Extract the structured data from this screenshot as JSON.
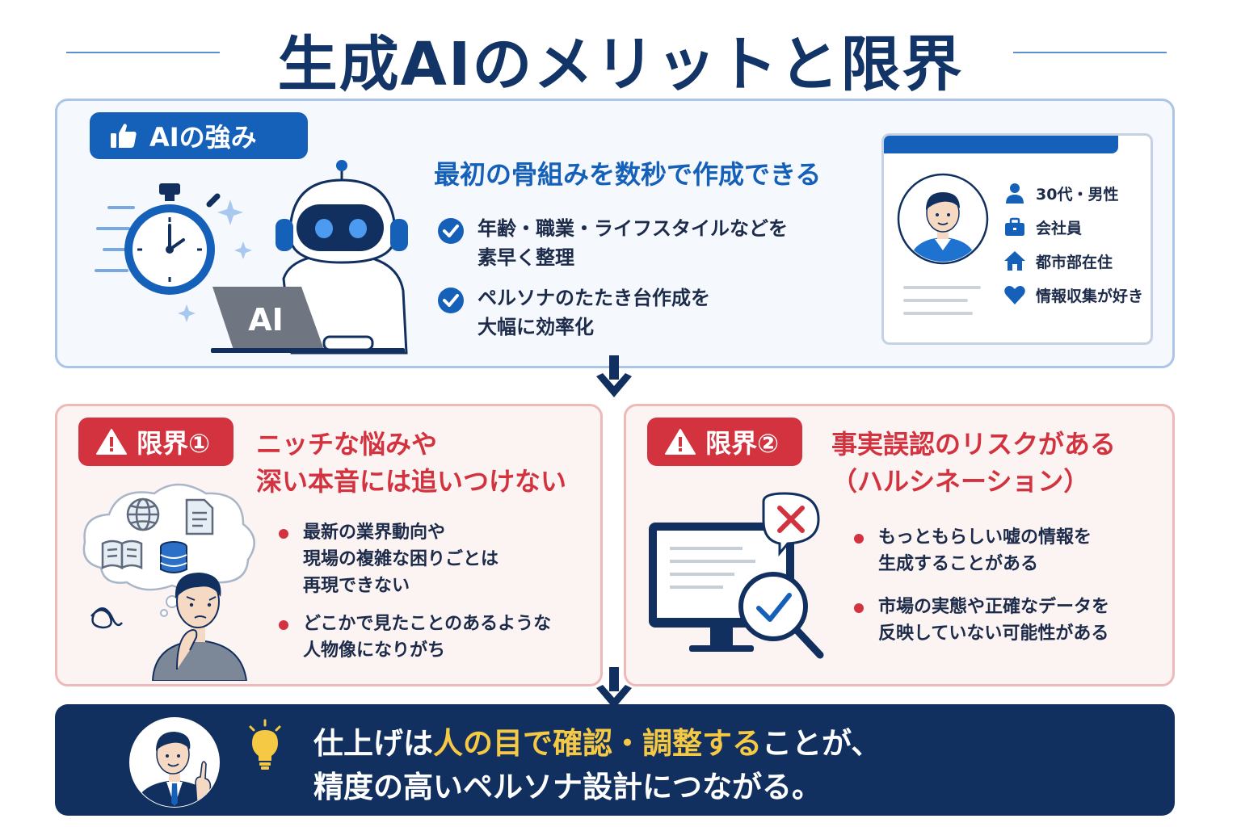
{
  "title": "生成AIのメリットと限界",
  "strength": {
    "badge": "AIの強み",
    "laptop_label": "AI",
    "heading": "最初の骨組みを数秒で作成できる",
    "items": [
      "年齢・職業・ライフスタイルなどを\n素早く整理",
      "ペルソナのたたき台作成を\n大幅に効率化"
    ],
    "profile": [
      {
        "icon": "person-icon",
        "text": "30代・男性"
      },
      {
        "icon": "briefcase-icon",
        "text": "会社員"
      },
      {
        "icon": "home-icon",
        "text": "都市部在住"
      },
      {
        "icon": "heart-icon",
        "text": "情報収集が好き"
      }
    ]
  },
  "limit1": {
    "badge": "限界①",
    "heading": "ニッチな悩みや\n深い本音には追いつけない",
    "items": [
      "最新の業界動向や\n現場の複雑な困りごとは\n再現できない",
      "どこかで見たことのあるような\n人物像になりがち"
    ]
  },
  "limit2": {
    "badge": "限界②",
    "heading": "事実誤認のリスクがある\n（ハルシネーション）",
    "items": [
      "もっともらしい嘘の情報を\n生成することがある",
      "市場の実態や正確なデータを\n反映していない可能性がある"
    ]
  },
  "conclusion": {
    "line1_a": "仕上げは",
    "line1_hl": "人の目で確認・調整する",
    "line1_b": "ことが、",
    "line2": "精度の高いペルソナ設計につながる。"
  },
  "colors": {
    "navy": "#12305f",
    "blue": "#1560b8",
    "red": "#d2333f",
    "highlight": "#f6c945"
  }
}
